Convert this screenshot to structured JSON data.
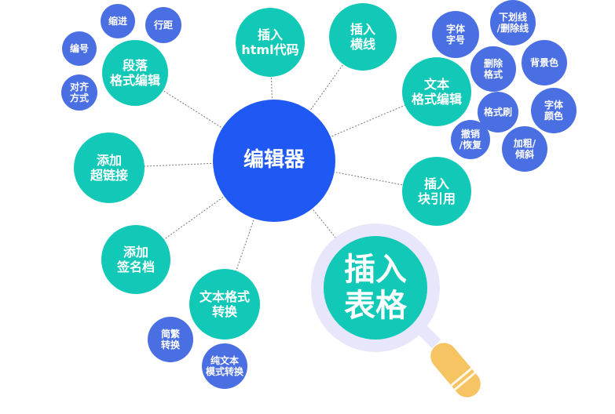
{
  "center": {
    "id": "editor",
    "lines": [
      "编辑器"
    ]
  },
  "nodes": [
    {
      "id": "paragraph-format",
      "lines": [
        "段落",
        "格式编辑"
      ],
      "style": "teal"
    },
    {
      "id": "indent",
      "lines": [
        "缩进"
      ],
      "style": "blue"
    },
    {
      "id": "line-spacing",
      "lines": [
        "行距"
      ],
      "style": "blue"
    },
    {
      "id": "numbering",
      "lines": [
        "编号"
      ],
      "style": "blue"
    },
    {
      "id": "alignment",
      "lines": [
        "对齐",
        "方式"
      ],
      "style": "blue"
    },
    {
      "id": "insert-html",
      "lines": [
        "插入",
        "html代码"
      ],
      "style": "teal"
    },
    {
      "id": "insert-hr",
      "lines": [
        "插入",
        "横线"
      ],
      "style": "teal"
    },
    {
      "id": "text-format",
      "lines": [
        "文本",
        "格式编辑"
      ],
      "style": "teal"
    },
    {
      "id": "font-size",
      "lines": [
        "字体",
        "字号"
      ],
      "style": "blue"
    },
    {
      "id": "underline",
      "lines": [
        "下划线",
        "/删除线"
      ],
      "style": "blue"
    },
    {
      "id": "clear-format",
      "lines": [
        "删除",
        "格式"
      ],
      "style": "blue"
    },
    {
      "id": "bg-color",
      "lines": [
        "背景色"
      ],
      "style": "blue"
    },
    {
      "id": "format-painter",
      "lines": [
        "格式刷"
      ],
      "style": "blue"
    },
    {
      "id": "font-color",
      "lines": [
        "字体",
        "颜色"
      ],
      "style": "blue"
    },
    {
      "id": "undo-redo",
      "lines": [
        "撤销",
        "/恢复"
      ],
      "style": "blue"
    },
    {
      "id": "bold-italic",
      "lines": [
        "加粗/",
        "倾斜"
      ],
      "style": "blue"
    },
    {
      "id": "add-link",
      "lines": [
        "添加",
        "超链接"
      ],
      "style": "teal"
    },
    {
      "id": "blockquote",
      "lines": [
        "插入",
        "块引用"
      ],
      "style": "teal"
    },
    {
      "id": "signature",
      "lines": [
        "添加",
        "签名档"
      ],
      "style": "teal"
    },
    {
      "id": "format-convert",
      "lines": [
        "文本格式",
        "转换"
      ],
      "style": "teal"
    },
    {
      "id": "simp-trad",
      "lines": [
        "简繁",
        "转换"
      ],
      "style": "blue"
    },
    {
      "id": "plain-text",
      "lines": [
        "纯文本",
        "模式转换"
      ],
      "style": "blue"
    },
    {
      "id": "insert-table",
      "lines": [
        "插入",
        "表格"
      ],
      "style": "teal big"
    }
  ],
  "colors": {
    "teal": "#12c9b8",
    "blue": "#4a6fe3",
    "center": "#1f58f3",
    "ring": "#e8e6fa",
    "handle": "#f7c463"
  }
}
